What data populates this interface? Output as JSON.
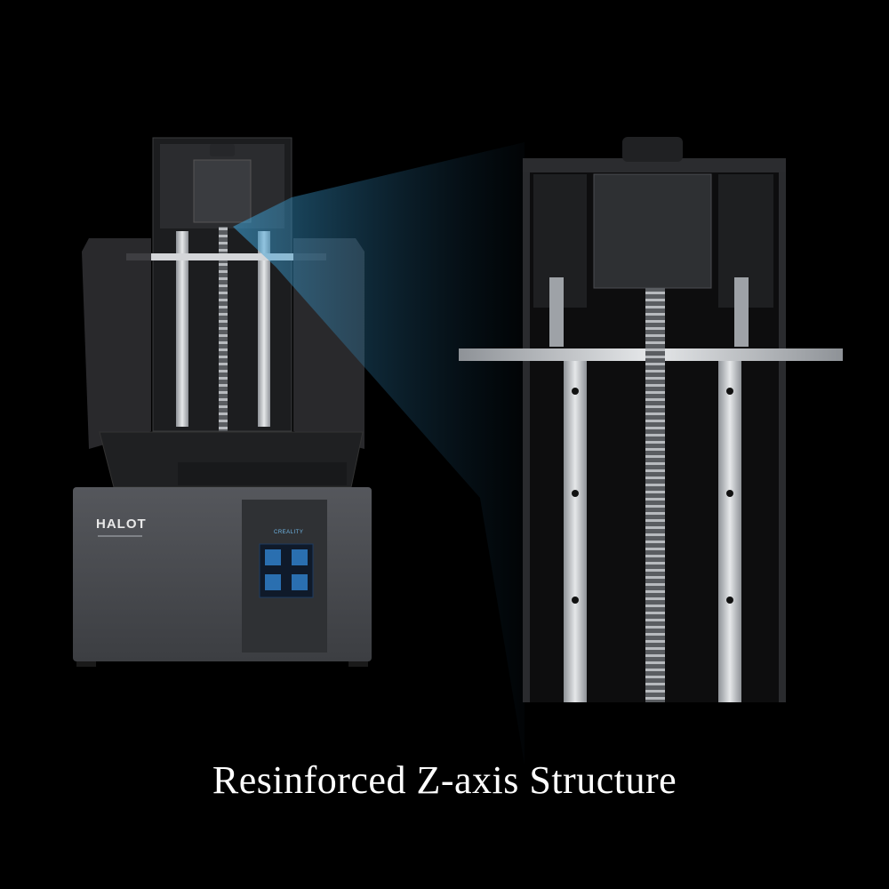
{
  "caption": "Resinforced Z-axis Structure",
  "printer": {
    "brand_label": "HALOT",
    "panel_logo": "CREALITY"
  },
  "colors": {
    "background": "#000000",
    "body": "#4a4c50",
    "rail": "#c9ccd0",
    "highlight_beam": "#3fa9e0"
  }
}
